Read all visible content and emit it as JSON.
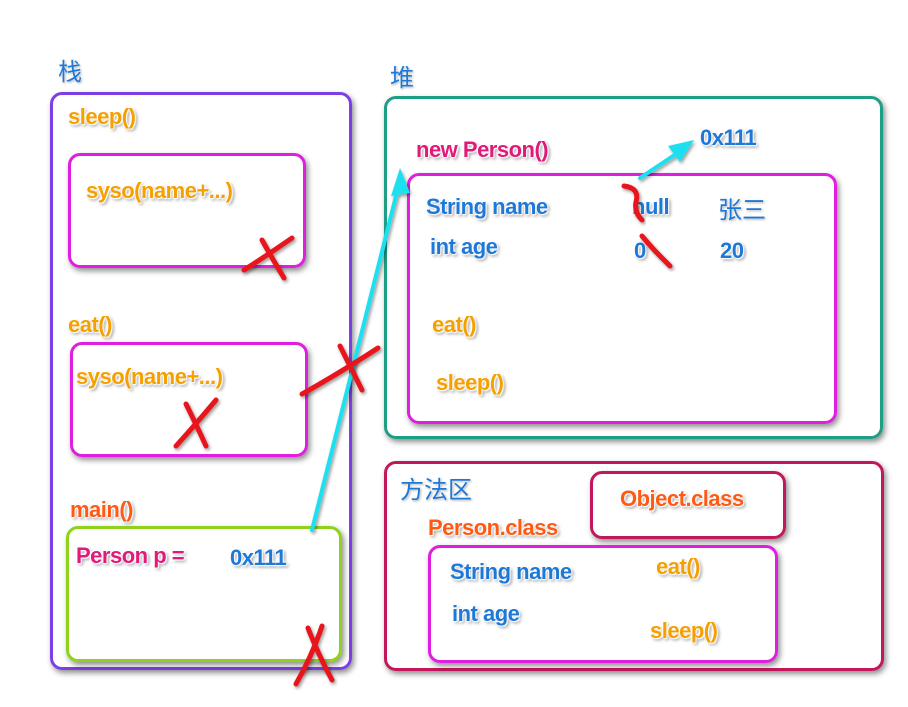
{
  "colors": {
    "stack_border": "#7b3fe4",
    "heap_border": "#1f9e86",
    "method_area_border": "#c2185b",
    "frame_border": "#e01ee0",
    "main_border": "#8ed21a",
    "orange": "#f5a000",
    "blue": "#1e78d8",
    "magenta": "#e0197a",
    "orange_red": "#ff5a14",
    "cross_red": "#e8141e",
    "arrow_cyan": "#1ee0f0"
  },
  "stack": {
    "title": "栈",
    "sleep_frame": {
      "label": "sleep()",
      "content": "syso(name+...)"
    },
    "eat_frame": {
      "label": "eat()",
      "content": "syso(name+...)"
    },
    "main_frame": {
      "label": "main()",
      "content": "Person p =",
      "ref_value": "0x111"
    }
  },
  "heap": {
    "title": "堆",
    "new_label": "new Person()",
    "address": "0x111",
    "fields": [
      {
        "name": "String name",
        "old_value": "null",
        "new_value": "张三"
      },
      {
        "name": "int age",
        "old_value": "0",
        "new_value": "20"
      }
    ],
    "methods": [
      "eat()",
      "sleep()"
    ]
  },
  "method_area": {
    "title": "方法区",
    "object_class": "Object.class",
    "person_class": "Person.class",
    "fields": [
      "String name",
      "int age"
    ],
    "methods": [
      "eat()",
      "sleep()"
    ]
  }
}
